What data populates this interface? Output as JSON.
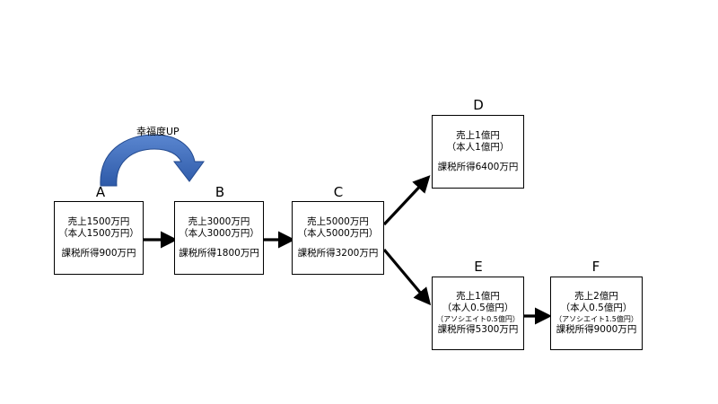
{
  "colors": {
    "curve_arrow": "#3d68b5",
    "curve_arrow_dark": "#234a8f",
    "stroke": "#000000"
  },
  "curve_label": "幸福度UP",
  "nodes": {
    "A": {
      "label": "A",
      "sales": "売上1500万円",
      "self": "（本人1500万円）",
      "taxable": "課税所得900万円"
    },
    "B": {
      "label": "B",
      "sales": "売上3000万円",
      "self": "（本人3000万円）",
      "taxable": "課税所得1800万円"
    },
    "C": {
      "label": "C",
      "sales": "売上5000万円",
      "self": "（本人5000万円）",
      "taxable": "課税所得3200万円"
    },
    "D": {
      "label": "D",
      "sales": "売上1億円",
      "self": "（本人1億円）",
      "taxable": "課税所得6400万円"
    },
    "E": {
      "label": "E",
      "sales": "売上1億円",
      "self": "（本人0.5億円）",
      "associate": "（アソシエイト0.5億円）",
      "taxable": "課税所得5300万円"
    },
    "F": {
      "label": "F",
      "sales": "売上2億円",
      "self": "（本人0.5億円）",
      "associate": "（アソシエイト1.5億円）",
      "taxable": "課税所得9000万円"
    }
  }
}
